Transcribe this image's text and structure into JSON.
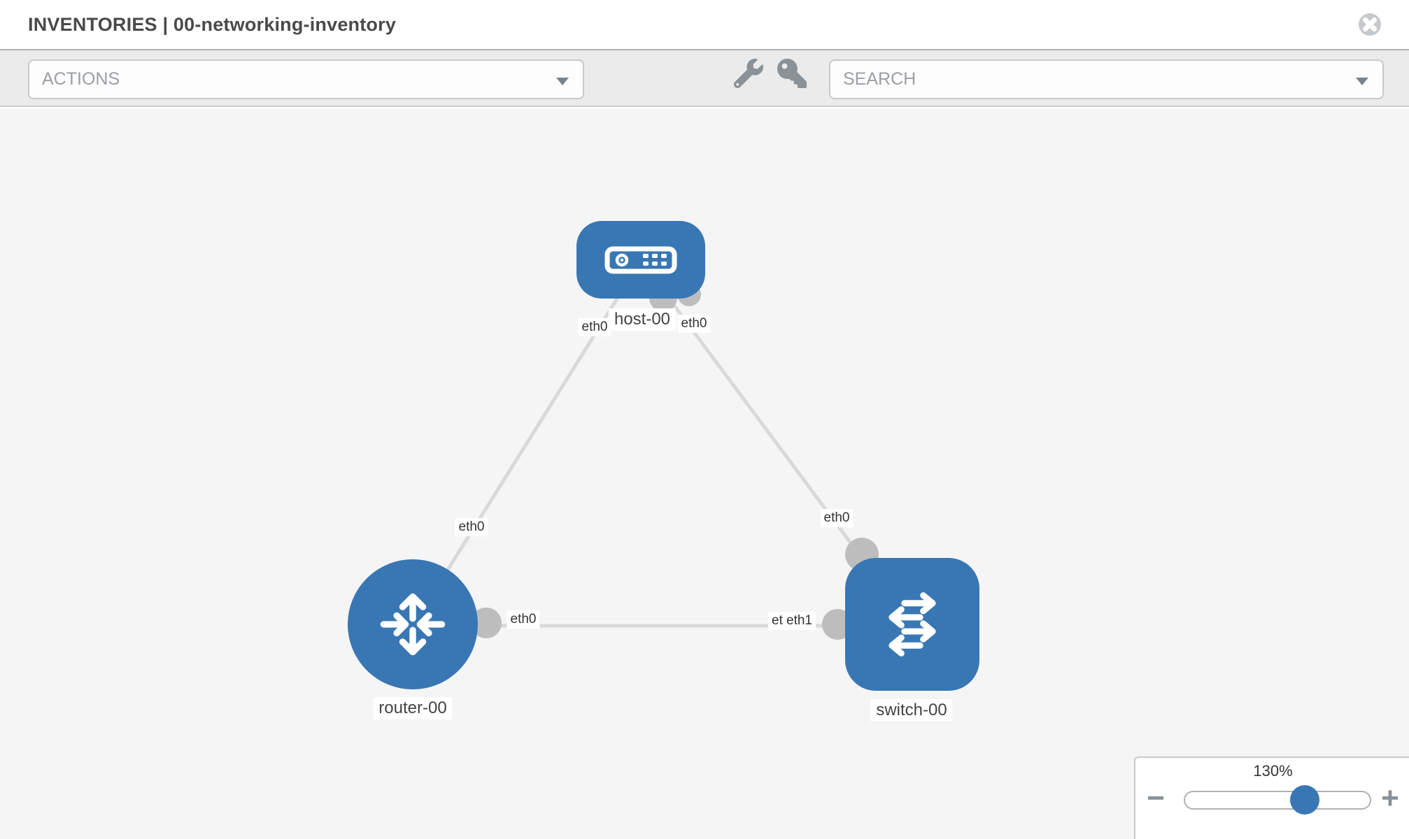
{
  "header": {
    "title": "INVENTORIES | 00-networking-inventory"
  },
  "toolbar": {
    "actions_label": "ACTIONS",
    "search_label": "SEARCH",
    "icons": [
      "wrench-icon",
      "key-icon"
    ]
  },
  "diagram": {
    "nodes": [
      {
        "label": "host-00",
        "type": "host"
      },
      {
        "label": "router-00",
        "type": "router"
      },
      {
        "label": "switch-00",
        "type": "switch"
      }
    ],
    "links": [
      {
        "from": "host-00",
        "to": "router-00",
        "from_iface": "eth0",
        "to_iface": "eth0"
      },
      {
        "from": "host-00",
        "to": "switch-00",
        "from_iface": "eth0",
        "to_iface": "eth0"
      },
      {
        "from": "router-00",
        "to": "switch-00",
        "from_iface": "eth0",
        "to_iface": "eth1",
        "to_iface_overlapped": "eth0"
      }
    ]
  },
  "zoom_control": {
    "level": "130%",
    "minus_label": "−",
    "plus_label": "+"
  },
  "colors": {
    "node_blue": "#3877b4",
    "link_gray": "#d9d9d9",
    "dot_gray": "#bdbdbd",
    "canvas_bg": "#f5f5f5",
    "toolbar_bg": "#ebebeb"
  }
}
